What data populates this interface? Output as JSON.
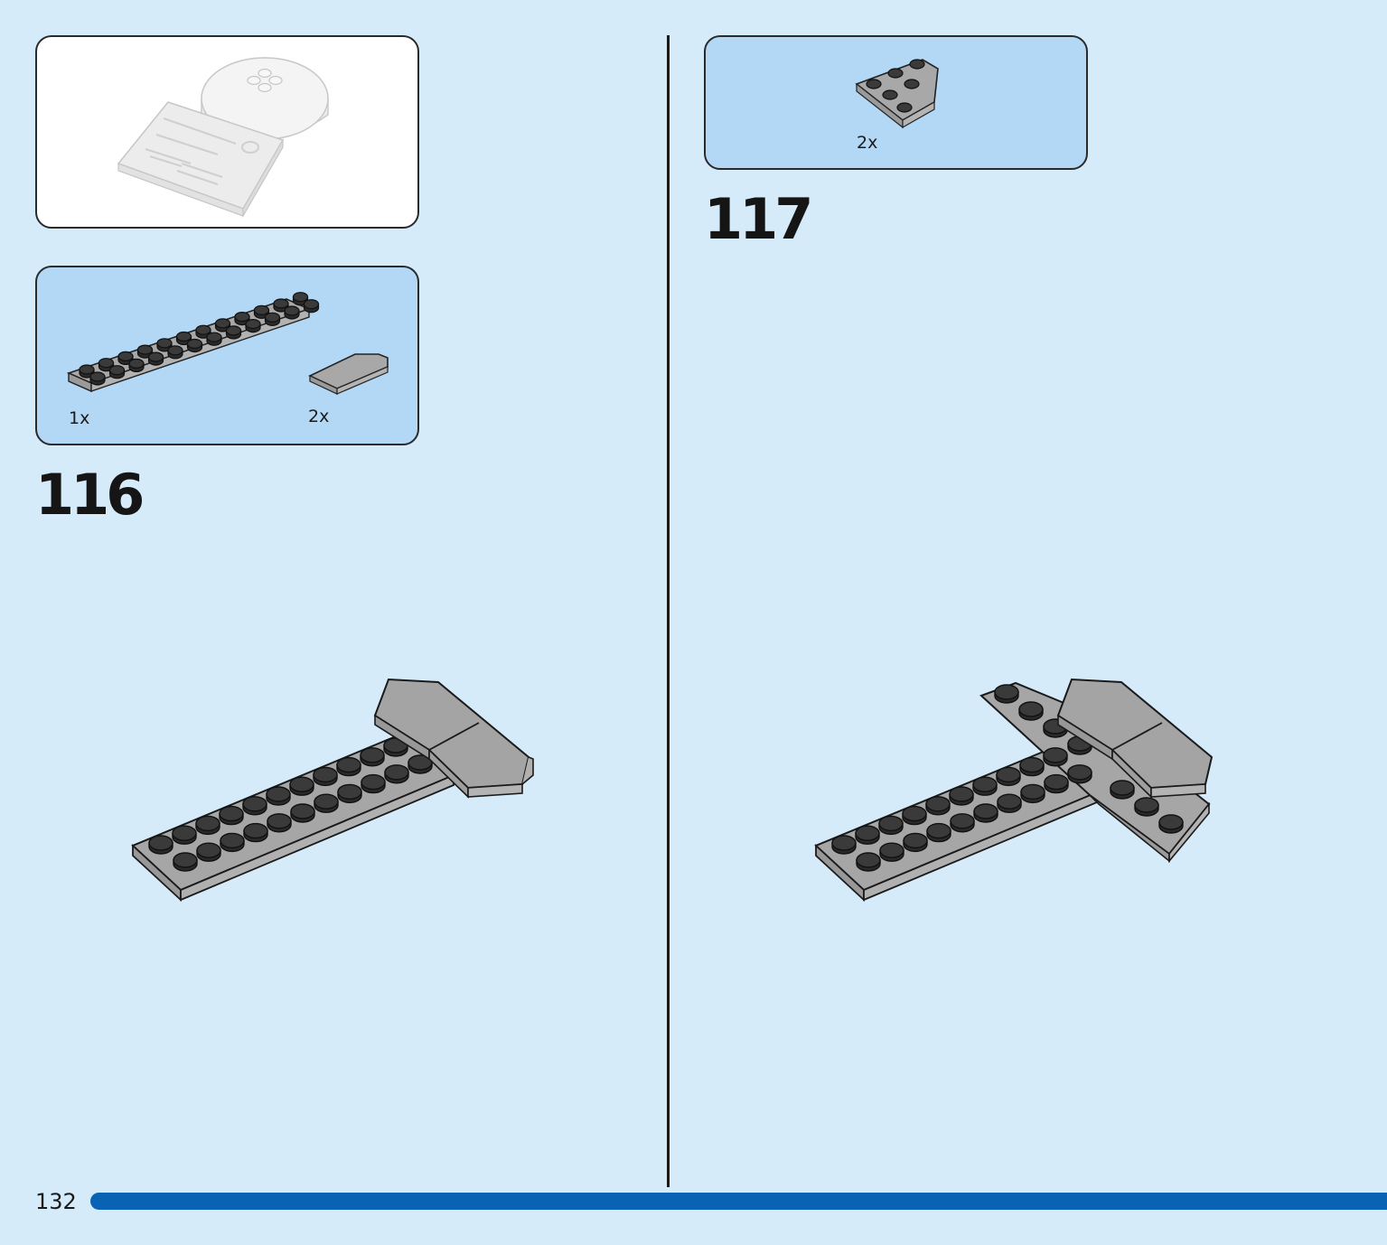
{
  "page": {
    "page_number": "132",
    "background_color": "#d5ebfa",
    "progress_color": "#0a62b5"
  },
  "steps": [
    {
      "step_number": "116",
      "context_image": "completed-display-stand-icon",
      "parts": [
        {
          "quantity": "1x",
          "part": "plate-2x12-icon",
          "color": "#a8a8a8"
        },
        {
          "quantity": "2x",
          "part": "wedge-plate-icon",
          "color": "#a8a8a8"
        }
      ]
    },
    {
      "step_number": "117",
      "parts": [
        {
          "quantity": "2x",
          "part": "wedge-plate-3x3-icon",
          "color": "#a8a8a8"
        }
      ]
    }
  ]
}
